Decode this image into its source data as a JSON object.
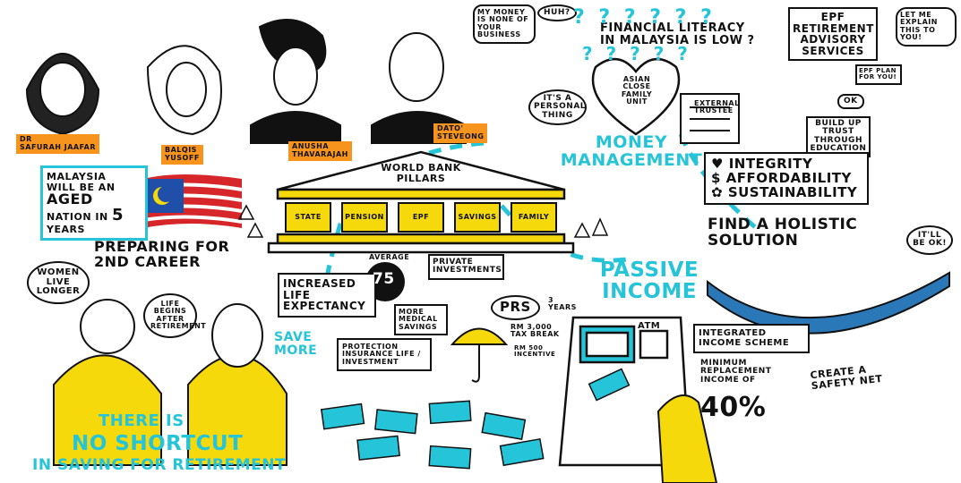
{
  "people": [
    {
      "line1": "DR",
      "line2": "SAFURAH JAAFAR"
    },
    {
      "line1": "BALQIS",
      "line2": "YUSOFF"
    },
    {
      "line1": "ANUSHA",
      "line2": "THAVARAJAH"
    },
    {
      "line1": "DATO'",
      "line2": "STEVEONG"
    }
  ],
  "top": {
    "bubble_money": "MY MONEY IS NONE OF YOUR BUSINESS",
    "huh": "HUH?",
    "personal": "IT'S A PERSONAL THING",
    "literacy": "FINANCIAL LITERACY IN MALAYSIA IS LOW ?",
    "epf_services": "EPF RETIREMENT ADVISORY SERVICES",
    "explain": "LET ME EXPLAIN THIS TO YOU!",
    "epf_plan": "EPF PLAN FOR YOU!",
    "ok": "OK",
    "heart": "ASIAN CLOSE FAMILY UNIT",
    "trustee": "EXTERNAL TRUSTEE",
    "trust": "BUILD UP TRUST THROUGH EDUCATION"
  },
  "values": [
    "INTEGRITY",
    "AFFORDABILITY",
    "SUSTAINABILITY"
  ],
  "holistic": "FIND A HOLISTIC SOLUTION",
  "money_mgmt": "MONEY MANAGEMENT",
  "aged": {
    "l1": "MALAYSIA",
    "l2": "WILL BE AN",
    "l3": "AGED",
    "l4": "NATION IN",
    "num": "5",
    "l5": "YEARS"
  },
  "bank": {
    "title": "WORLD BANK PILLARS",
    "pillars": [
      "STATE",
      "PENSION",
      "EPF",
      "SAVINGS",
      "FAMILY"
    ]
  },
  "career": "PREPARING FOR 2ND CAREER",
  "women": "WOMEN LIVE LONGER",
  "life": "LIFE BEGINS AFTER RETIREMENT",
  "expectancy": {
    "label": "INCREASED LIFE EXPECTANCY",
    "avg": "AVERAGE",
    "num": "75"
  },
  "private": "PRIVATE INVESTMENTS",
  "medical": "MORE MEDICAL SAVINGS",
  "protection": "PROTECTION INSURANCE LIFE / INVESTMENT",
  "save": "SAVE MORE",
  "prs": {
    "label": "PRS",
    "years": "3 YEARS",
    "tax": "RM 3,000 TAX BREAK",
    "incentive": "RM 500 INCENTIVE"
  },
  "passive": "PASSIVE INCOME",
  "atm": "ATM",
  "integrated": "INTEGRATED INCOME SCHEME",
  "minimum": "MINIMUM REPLACEMENT INCOME OF",
  "percent": "40%",
  "okay": "IT'LL BE OK!",
  "safety": "CREATE A SAFETY NET",
  "shortcut": {
    "l1": "THERE IS",
    "l2": "NO SHORTCUT",
    "l3": "IN SAVING FOR RETIREMENT"
  },
  "colors": {
    "cyan": "#25c4d8",
    "yellow": "#f5d90a",
    "orange": "#f7941d",
    "blue": "#1f4fa8",
    "red": "#d6262a"
  }
}
